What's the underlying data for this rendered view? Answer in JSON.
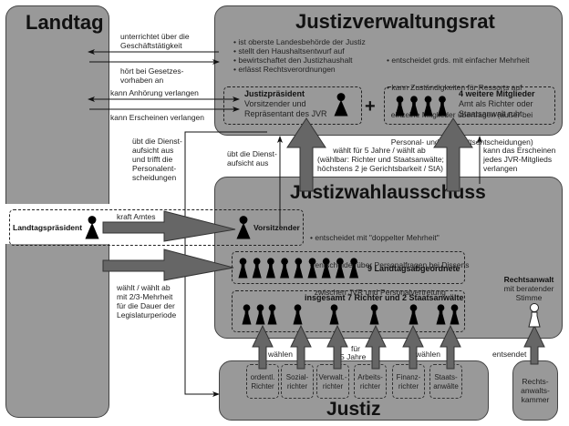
{
  "landtag": {
    "title": "Landtag",
    "president_label": "Landtagspräsident"
  },
  "jvr": {
    "title": "Justizverwaltungsrat",
    "bullets_left": [
      "• ist oberste Landesbehörde der Justiz",
      "• stellt den Haushaltsentwurf auf",
      "• bewirtschaftet den Justizhaushalt",
      "• erlässt Rechtsverordnungen"
    ],
    "bullets_right": [
      "• entscheidet grds. mit einfacher Mehrheit",
      "• kann Zuständigkeiten für Ressorts auf",
      "  einzelne Mitglieder übertragen (außer bei",
      "  Personal- und Haushaltsentscheidungen)"
    ],
    "president": {
      "title": "Justizpräsident",
      "line1": "Vorsitzender und",
      "line2": "Repräsentant des JVR"
    },
    "plus": "+",
    "members": {
      "title": "4 weitere Mitglieder",
      "line1": "Amt als Richter oder",
      "line2": "Staatsanwalt ruht",
      "count": 4
    }
  },
  "arrows_landtag_jvr": [
    "unterrichtet über die",
    "Geschäftstätigkeit",
    "hört bei Gesetzes-",
    "vorhaben an",
    "kann Anhörung verlangen",
    "kann Erscheinen verlangen"
  ],
  "dienstaufsicht_left": [
    "übt die Dienst-",
    "aufsicht aus",
    "und trifft die",
    "Personalent-",
    "scheidungen"
  ],
  "dienstaufsicht_mid": [
    "übt die Dienst-",
    "aufsicht aus"
  ],
  "waehlt_jvr": [
    "wählt für 5 Jahre / wählt ab",
    "(wählbar: Richter und Staatsanwälte;",
    "höchstens 2 je Gerichtsbarkeit / StA)"
  ],
  "erscheinen_jvr": [
    "kann das Erscheinen",
    "jedes JVR-Mitglieds",
    "verlangen"
  ],
  "jwa": {
    "title": "Justizwahlausschuss",
    "chair_label": "Vorsitzender",
    "bullets": [
      "• entscheidet mit \"doppelter Mehrheit\"",
      "• entscheidet über Personalfragen bei Dissens",
      "  zwischen JVR und Personalvertretung"
    ],
    "mps": {
      "label": "9 Landtagsabgeordnete",
      "count": 9
    },
    "judges": {
      "label": "insgesamt 7 Richter und 2 Staatsanwälte",
      "count": 9
    },
    "lawyer": {
      "title": "Rechtsanwalt",
      "line1": "mit beratender",
      "line2": "Stimme"
    }
  },
  "kraft_amtes": "kraft Amtes",
  "waehlt_landtag": [
    "wählt / wählt ab",
    "mit 2/3-Mehrheit",
    "für die Dauer der",
    "Legislaturperiode"
  ],
  "waehlen_labels": {
    "left": "wählen",
    "mid1": "für",
    "mid2": "5 Jahre",
    "right": "wählen",
    "entsendet": "entsendet"
  },
  "justiz": {
    "title": "Justiz",
    "groups": [
      [
        "ordentl.",
        "Richter"
      ],
      [
        "Sozial-",
        "richter"
      ],
      [
        "Verwalt.-",
        "richter"
      ],
      [
        "Arbeits-",
        "richter"
      ],
      [
        "Finanz-",
        "richter"
      ],
      [
        "Staats-",
        "anwälte"
      ]
    ]
  },
  "kammer": {
    "lines": [
      "Rechts-",
      "anwalts-",
      "kammer"
    ]
  }
}
